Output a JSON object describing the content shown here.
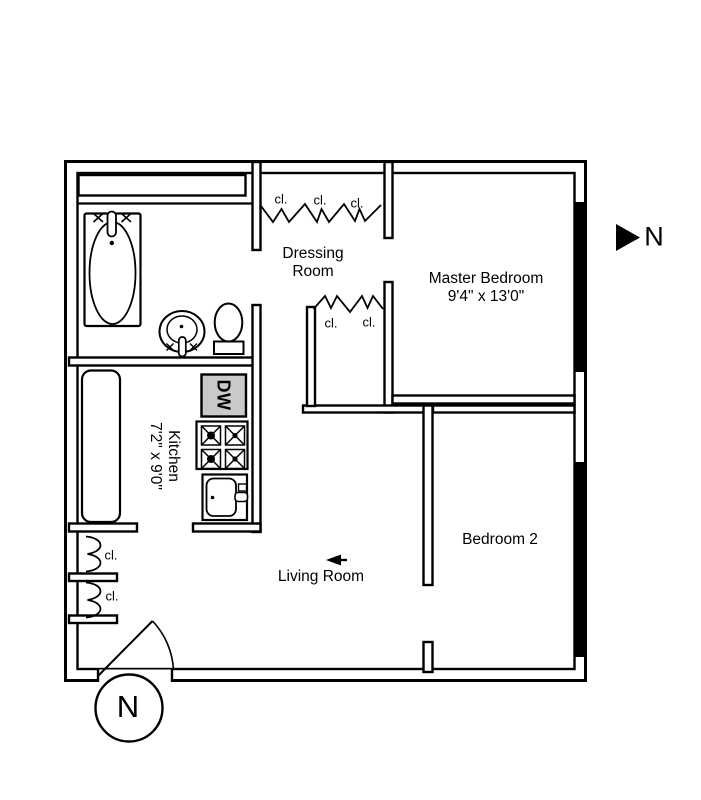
{
  "rooms": {
    "dressing": {
      "line1": "Dressing",
      "line2": "Room"
    },
    "master": {
      "name": "Master Bedroom",
      "dims": "9'4\" x 13'0\""
    },
    "bedroom2": {
      "name": "Bedroom 2"
    },
    "living": {
      "name": "Living Room"
    },
    "kitchen": {
      "name": "Kitchen",
      "dims": "7'2\" x 9'0\""
    }
  },
  "labels": {
    "closet": "cl.",
    "dishwasher": "DW",
    "north": "N"
  },
  "colors": {
    "line": "#000000",
    "background": "#ffffff",
    "window_fill": "#000000",
    "dishwasher_fill": "#c9c9c9"
  }
}
